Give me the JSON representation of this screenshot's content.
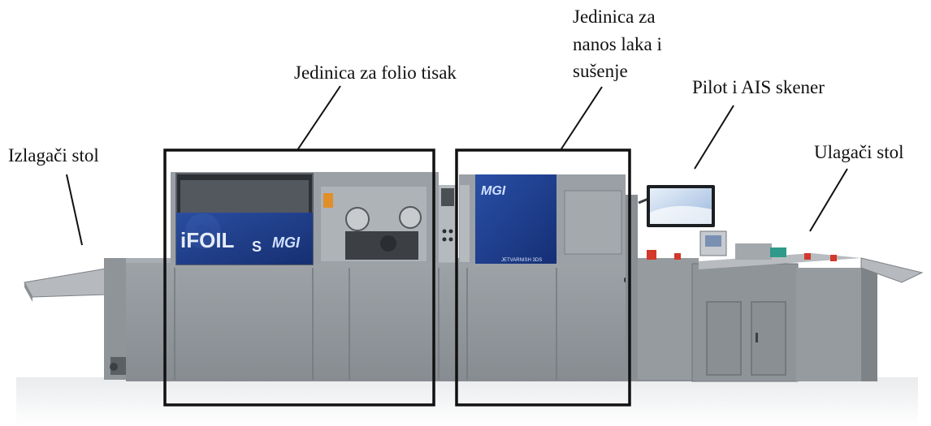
{
  "labels": {
    "foil_unit": "Jedinica za folio tisak",
    "varnish_line1": "Jedinica za",
    "varnish_line2": "nanos laka i",
    "varnish_line3": "sušenje",
    "pilot": "Pilot i AIS skener",
    "delivery_table": "Izlagači stol",
    "feeder_table": "Ulagači stol"
  },
  "panel_brand": {
    "foil_logo_text": "iFOIL",
    "foil_logo_suffix": "S",
    "mgi_logo": "MGI",
    "jetvarnish_text": "JETVARNISH 3DS"
  },
  "colors": {
    "machine_gray": "#8f9499",
    "machine_dark": "#6f7479",
    "panel_blue": "#1f3f8f",
    "panel_blue_dark": "#142c6a",
    "callout": "#111111"
  }
}
